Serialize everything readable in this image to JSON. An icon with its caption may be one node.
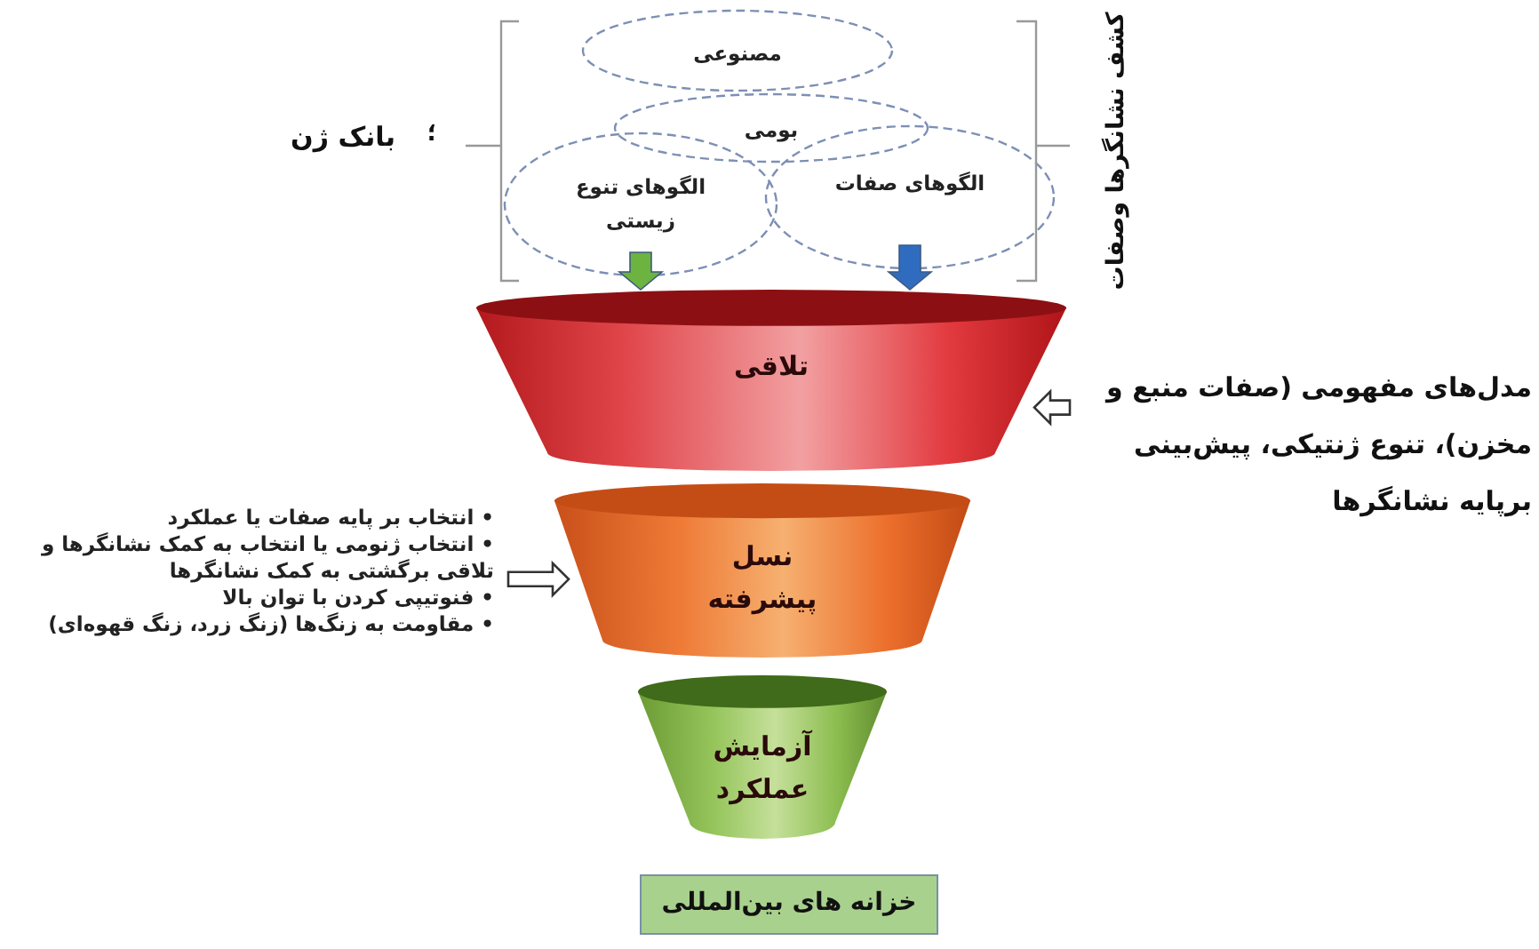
{
  "diagram": {
    "nodes": [
      {
        "text": [
          "مصنوعی"
        ]
      },
      {
        "text": [
          "بومی"
        ]
      },
      {
        "text": [
          "الگوهای تنوع زیستی"
        ]
      },
      {
        "text": [
          "الگوهای صفات"
        ]
      },
      {
        "text": [
          "تلاقی"
        ]
      },
      {
        "text": [
          "نسل پیشرفته"
        ]
      },
      {
        "text": [
          "آزمایش عملکرد"
        ]
      },
      {
        "text": [
          "خزانه های بین‌المللی"
        ]
      },
      {
        "text": [
          "مدل‌های مفهومی (صفات منبع و مخزن)، تنوع ژنتیکی، پیش‌بینی برپایه نشانگرها"
        ]
      },
      {
        "text": [
          "• انتخاب بر پایه صفات یا عملکرد",
          "• انتخاب ژنومی یا انتخاب به کمک نشانگرها و تلاقی برگشتی به کمک نشانگرها",
          "• فنوتیپی کردن با توان بالا",
          "• مقاومت به زنگ‌ها (زنگ زرد، زنگ قهوه‌ای)"
        ]
      }
    ],
    "edges": [
      {
        "from": 2,
        "to": 4,
        "arrow": "to",
        "color": "#6cb33f"
      },
      {
        "from": 3,
        "to": 4,
        "arrow": "to",
        "color": "#2f6cc0"
      },
      {
        "from": 8,
        "to": 4,
        "arrow": "to"
      },
      {
        "from": 9,
        "to": 5,
        "arrow": "to"
      }
    ],
    "labels": [
      "بانک ژن",
      "؛",
      "کشف نشانگرها وصفات"
    ]
  }
}
